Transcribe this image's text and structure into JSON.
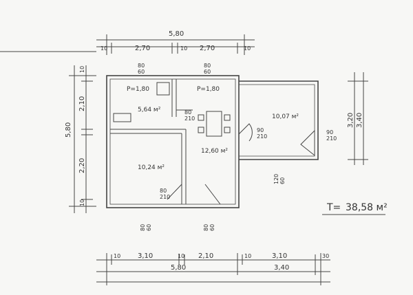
{
  "dims": {
    "top_total": "5,80",
    "top_a": "10",
    "top_b": "2,70",
    "top_c": "10",
    "top_d": "2,70",
    "top_e": "10",
    "left_total": "5,80",
    "left_a": "10",
    "left_b": "2,10",
    "left_c": "2,20",
    "left_d": "10",
    "right_a": "3,20",
    "right_b": "3,40",
    "bottom_a": "10",
    "bottom_b": "3,10",
    "bottom_c": "10",
    "bottom_d": "2,10",
    "bottom_e": "10",
    "bottom_f": "3,10",
    "bottom_g": "30",
    "bottom_total_left": "5,80",
    "bottom_total_right": "3,40"
  },
  "openings": {
    "win_top_left": "80\n60",
    "win_top_mid": "80\n60",
    "door_kitchen": "80\n210",
    "door_room": "80\n210",
    "door_right": "90\n210",
    "door_ext": "90\n210",
    "win_bottom_left": "80\n60",
    "win_bottom_mid": "80\n60",
    "win_right": "120\n60"
  },
  "rooms": {
    "kitchen_area": "5,64 м²",
    "living_area": "12,60 м²",
    "room_area": "10,24 м²",
    "right_area": "10,07 м²",
    "p_left": "P=1,80",
    "p_mid": "P=1,80"
  },
  "total": {
    "label": "T=",
    "value": "38,58 м²"
  }
}
